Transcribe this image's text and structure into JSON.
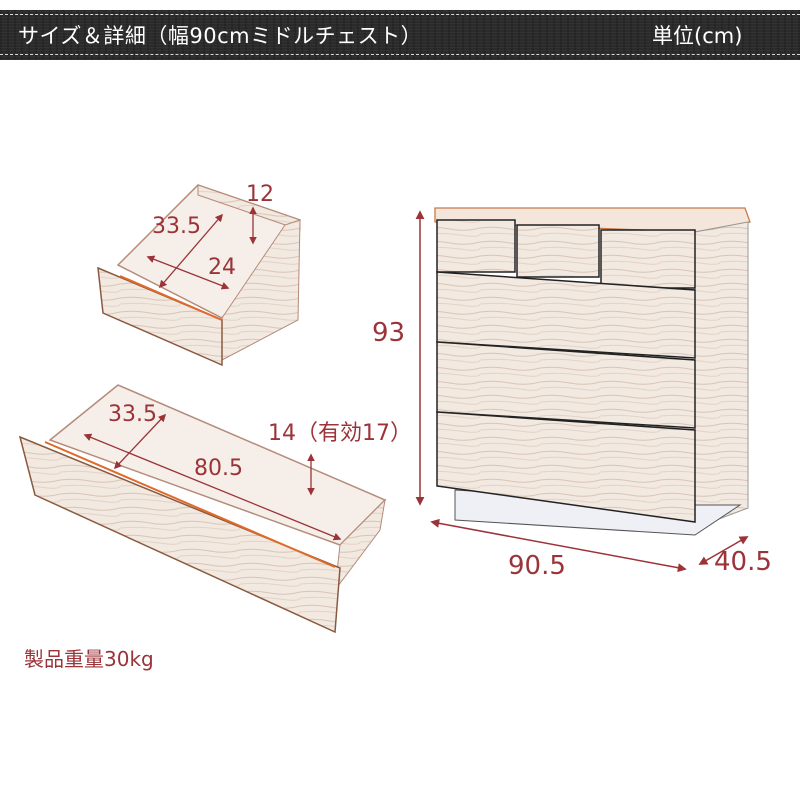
{
  "header": {
    "title": "サイズ＆詳細（幅90cmミドルチェスト）",
    "unit": "単位(cm)"
  },
  "colors": {
    "header_bg": "#2b2b2b",
    "dimension_text": "#9b3338",
    "wood": "#efe4da"
  },
  "small_drawer": {
    "depth": "33.5",
    "width": "24",
    "height": "12"
  },
  "large_drawer": {
    "depth": "33.5",
    "width": "80.5",
    "height": "14（有効17）"
  },
  "chest": {
    "height": "93",
    "width": "90.5",
    "depth": "40.5"
  },
  "weight_note": "製品重量30kg"
}
